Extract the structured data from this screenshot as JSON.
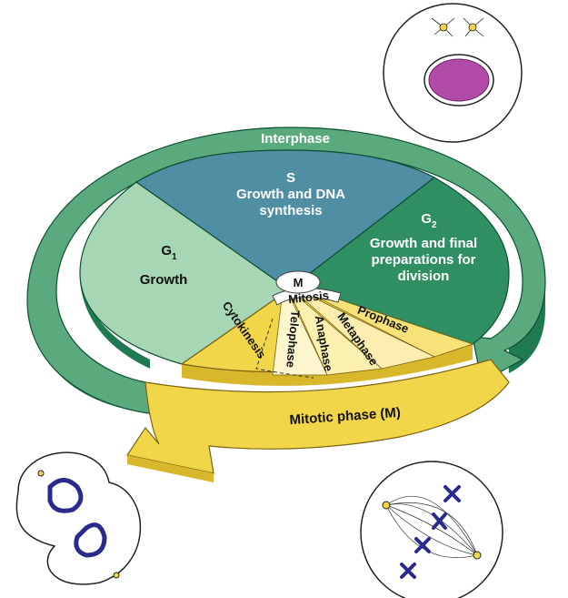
{
  "interphase": {
    "label": "Interphase"
  },
  "sphase": {
    "letter": "S",
    "line1": "Growth and DNA",
    "line2": "synthesis"
  },
  "g1": {
    "letter": "G",
    "sub": "1",
    "desc": "Growth"
  },
  "g2": {
    "letter": "G",
    "sub": "2",
    "line1": "Growth and final",
    "line2": "preparations for",
    "line3": "division"
  },
  "mphase": {
    "center": "M",
    "mitosis": "Mitosis",
    "label": "Mitotic phase (M)"
  },
  "stages": {
    "prophase": "Prophase",
    "metaphase": "Metaphase",
    "anaphase": "Anaphase",
    "telophase": "Telophase",
    "cytokinesis": "Cytokinesis"
  },
  "colors": {
    "interphase_ring": "#5aaa7e",
    "ring_side": "#1f7a52",
    "s_phase": "#4f8ea3",
    "g1_phase": "#a6d6b3",
    "g2_phase": "#2f8f62",
    "mitotic": "#f2d64a",
    "mitotic_light": "#fbf0b0",
    "chromosome": "#2a2a8c",
    "nucleus": "#b24aa8"
  }
}
